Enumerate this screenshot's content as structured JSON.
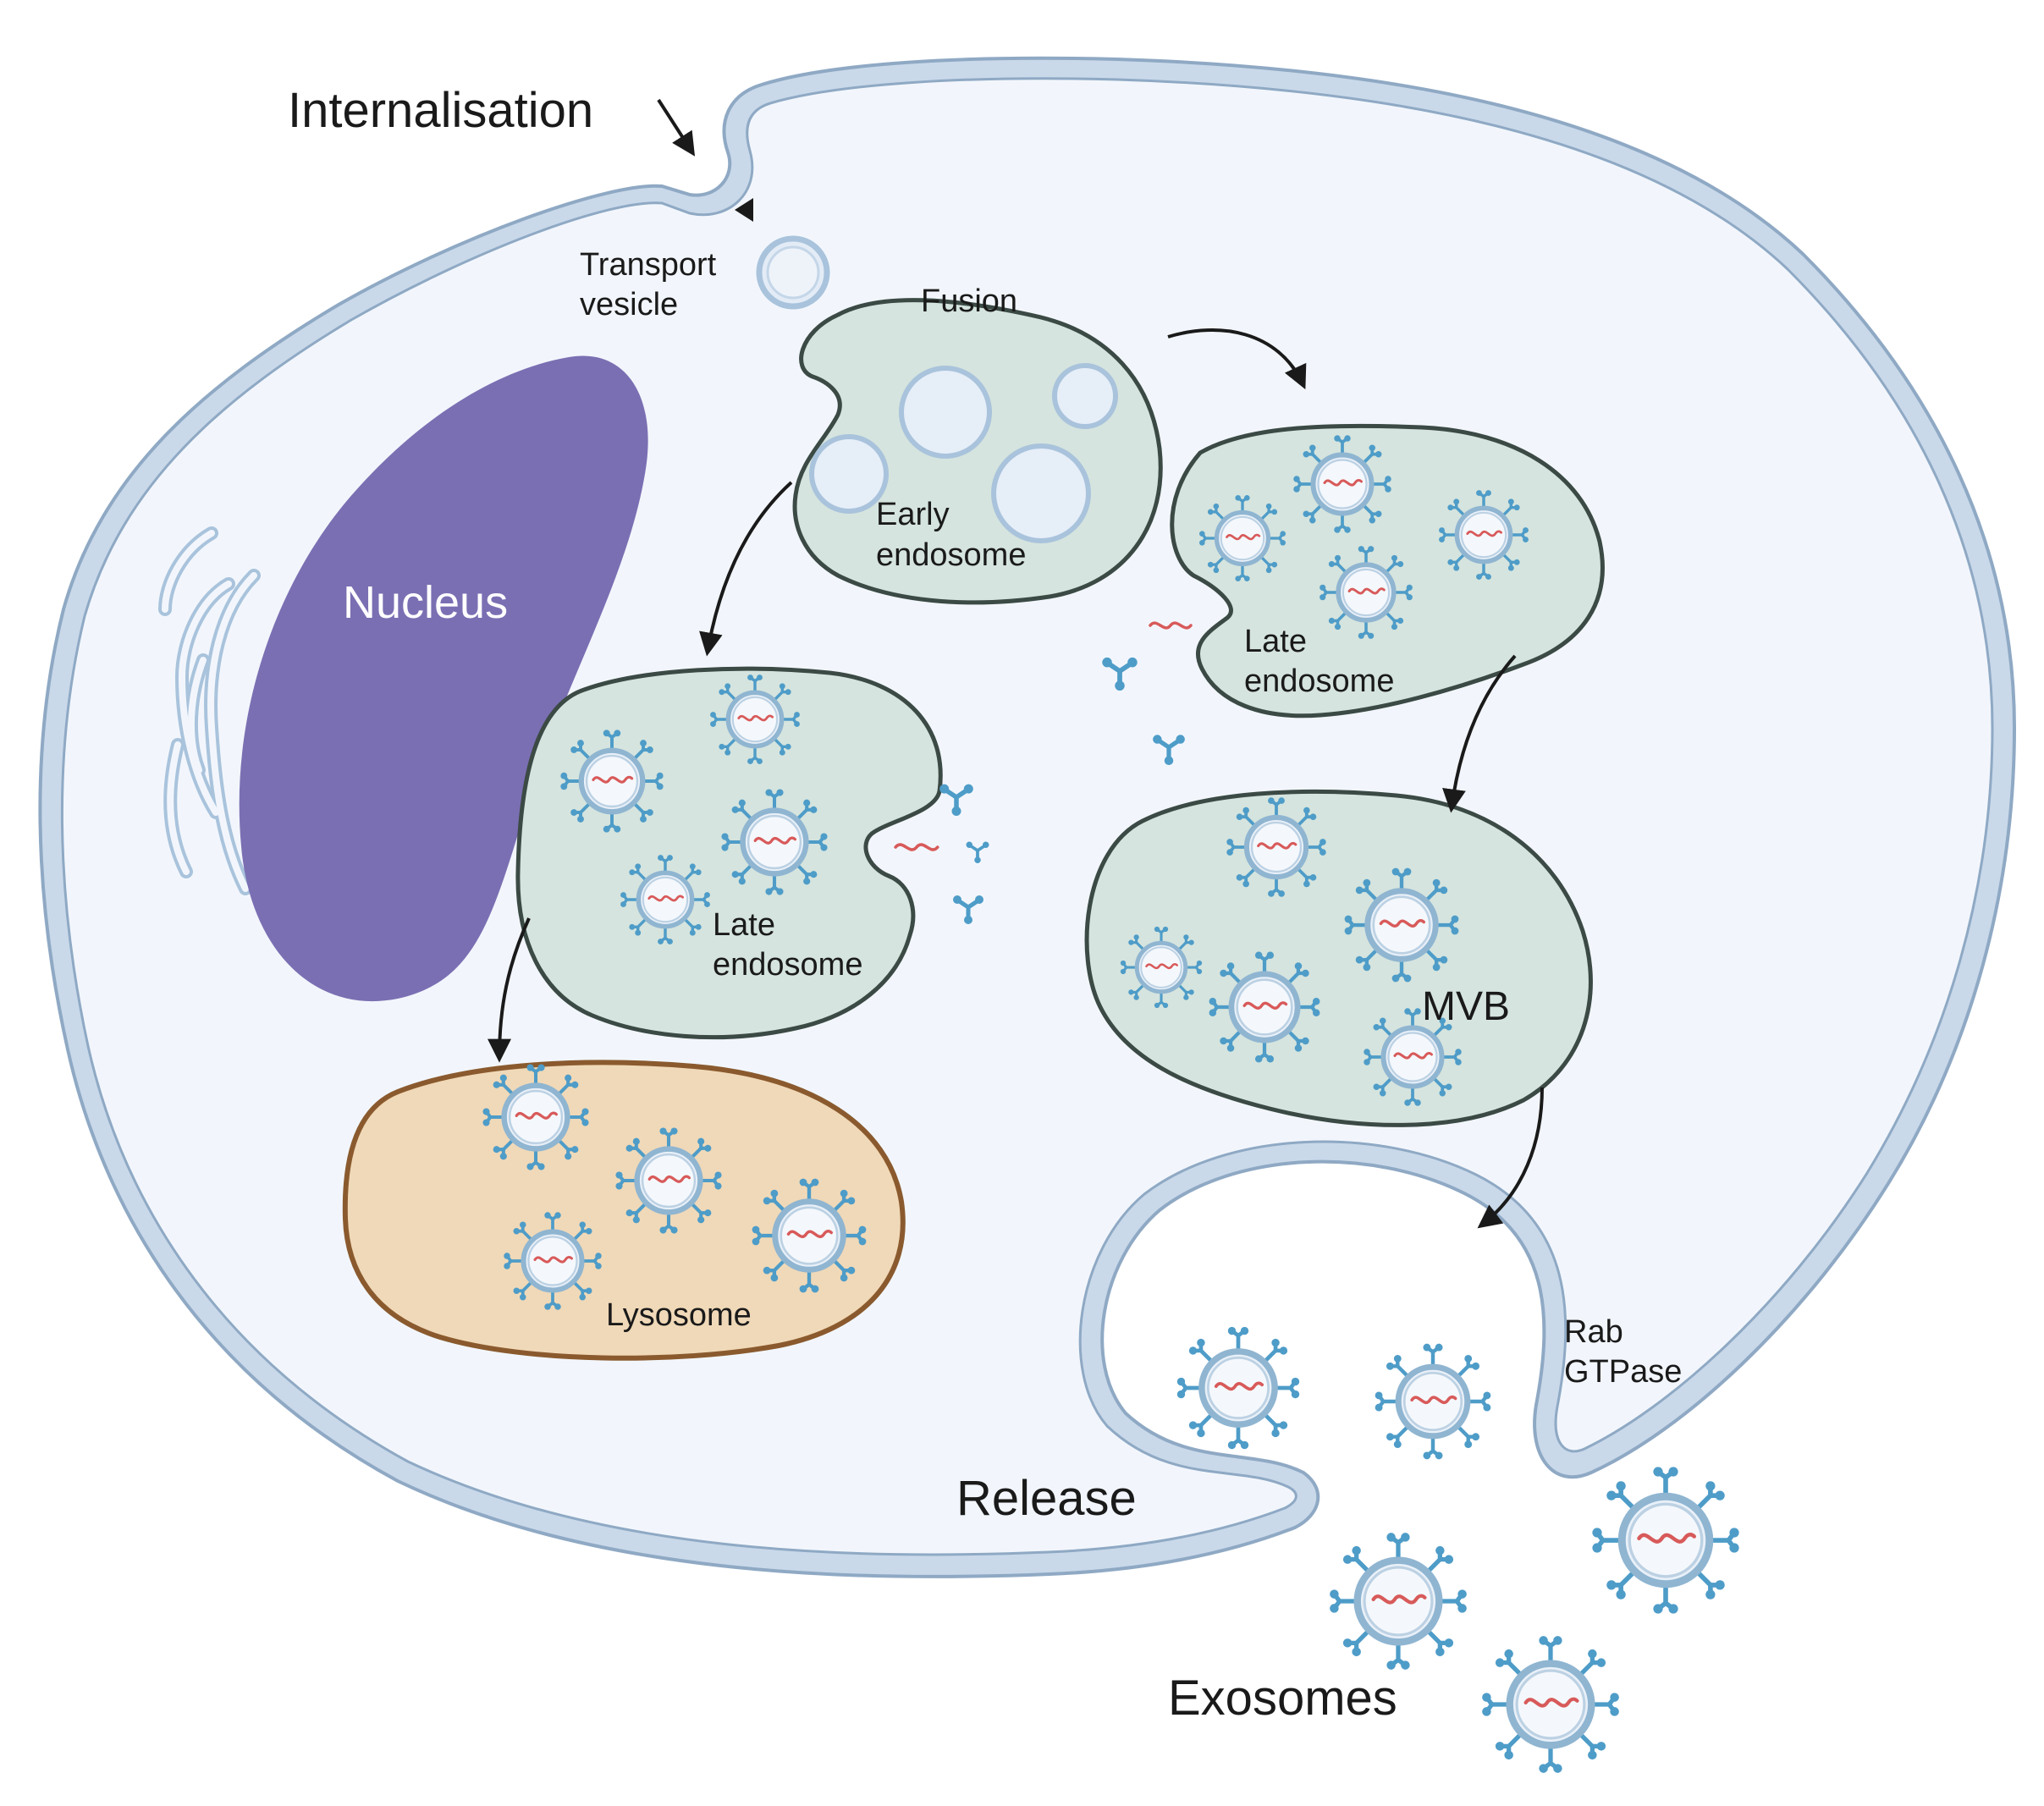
{
  "labels": {
    "internalisation": "Internalisation",
    "transport_vesicle_1": "Transport",
    "transport_vesicle_2": "vesicle",
    "fusion": "Fusion",
    "nucleus": "Nucleus",
    "early_endosome_1": "Early",
    "early_endosome_2": "endosome",
    "late_endosome_right_1": "Late",
    "late_endosome_right_2": "endosome",
    "late_endosome_left_1": "Late",
    "late_endosome_left_2": "endosome",
    "mvb": "MVB",
    "lysosome": "Lysosome",
    "rab_1": "Rab",
    "rab_2": "GTPase",
    "release": "Release",
    "exosomes": "Exosomes"
  },
  "colors": {
    "cytoplasm": "#f2f6fc",
    "membrane": "#c9d9ea",
    "membrane_outline": "#8fa9c4",
    "nucleus": "#7b6fb3",
    "endosome_fill": "#d5e4de",
    "endosome_stroke": "#3b4a44",
    "lysosome_fill": "#f0d9b8",
    "lysosome_stroke": "#8a5a2e",
    "spike": "#4e9cc8",
    "rna": "#d85a5a"
  }
}
